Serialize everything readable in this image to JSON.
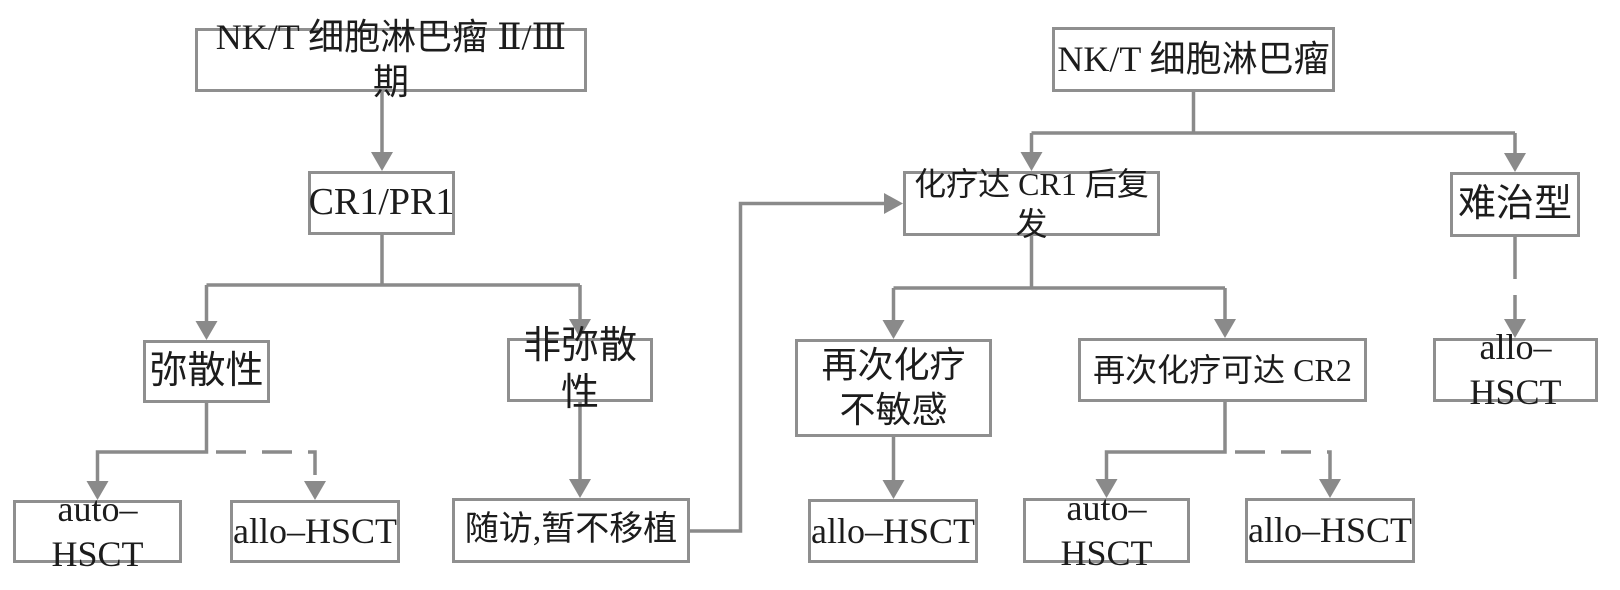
{
  "figure": {
    "type": "flowchart",
    "background_color": "#ffffff",
    "line_color": "#8a8a8a",
    "box_border_color": "#8f8f8f",
    "text_color": "#1c1c1c"
  },
  "nodes": {
    "nkt_stage_2_3": {
      "label": "NK/T 细胞淋巴瘤 Ⅱ/Ⅲ 期"
    },
    "cr1_pr1": {
      "label": "CR1/PR1"
    },
    "diffuse": {
      "label": "弥散性"
    },
    "non_diffuse": {
      "label": "非弥散性"
    },
    "auto_hsct_diffuse": {
      "label": "auto–HSCT"
    },
    "allo_hsct_diffuse": {
      "label": "allo–HSCT"
    },
    "follow_up": {
      "label": "随访,暂不移植"
    },
    "nkt": {
      "label": "NK/T 细胞淋巴瘤"
    },
    "relapse_after_cr1": {
      "label": "化疗达 CR1 后复发"
    },
    "refractory": {
      "label": "难治型"
    },
    "rechemo_insensitive": {
      "label": "再次化疗\n不敏感"
    },
    "rechemo_cr2": {
      "label": "再次化疗可达 CR2"
    },
    "allo_hsct_insensitive": {
      "label": "allo–HSCT"
    },
    "auto_hsct_cr2": {
      "label": "auto–HSCT"
    },
    "allo_hsct_cr2": {
      "label": "allo–HSCT"
    },
    "allo_hsct_refractory": {
      "label": "allo–HSCT"
    }
  },
  "edges": [
    {
      "from": "nkt_stage_2_3",
      "to": "cr1_pr1",
      "style": "solid"
    },
    {
      "from": "cr1_pr1",
      "to": "diffuse",
      "style": "solid"
    },
    {
      "from": "cr1_pr1",
      "to": "non_diffuse",
      "style": "solid"
    },
    {
      "from": "diffuse",
      "to": "auto_hsct_diffuse",
      "style": "solid"
    },
    {
      "from": "diffuse",
      "to": "allo_hsct_diffuse",
      "style": "dashed"
    },
    {
      "from": "non_diffuse",
      "to": "follow_up",
      "style": "solid"
    },
    {
      "from": "follow_up",
      "to": "relapse_after_cr1",
      "style": "solid"
    },
    {
      "from": "nkt",
      "to": "relapse_after_cr1",
      "style": "solid"
    },
    {
      "from": "nkt",
      "to": "refractory",
      "style": "solid"
    },
    {
      "from": "relapse_after_cr1",
      "to": "rechemo_insensitive",
      "style": "solid"
    },
    {
      "from": "relapse_after_cr1",
      "to": "rechemo_cr2",
      "style": "solid"
    },
    {
      "from": "rechemo_insensitive",
      "to": "allo_hsct_insensitive",
      "style": "solid"
    },
    {
      "from": "rechemo_cr2",
      "to": "auto_hsct_cr2",
      "style": "solid"
    },
    {
      "from": "rechemo_cr2",
      "to": "allo_hsct_cr2",
      "style": "dashed"
    },
    {
      "from": "refractory",
      "to": "allo_hsct_refractory",
      "style": "dashed"
    }
  ]
}
